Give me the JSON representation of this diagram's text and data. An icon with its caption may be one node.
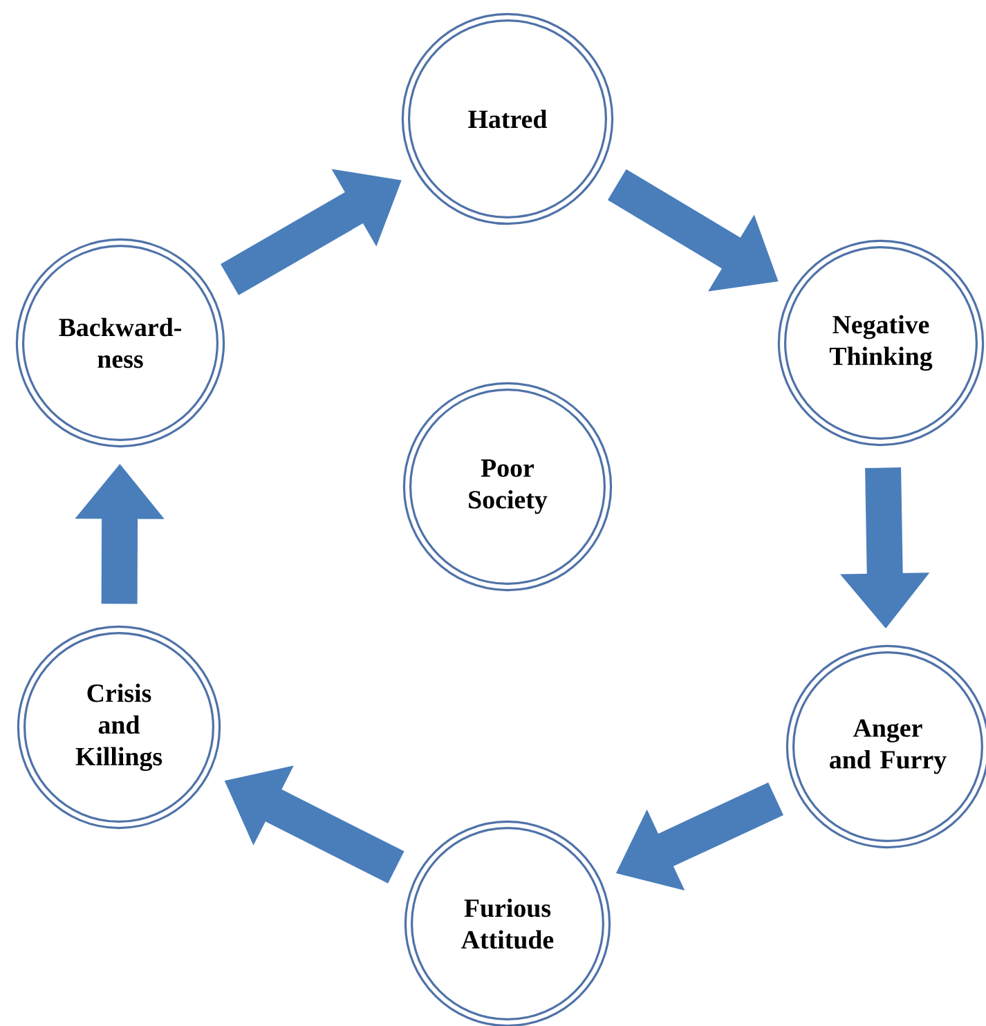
{
  "diagram": {
    "nodes": [
      {
        "text": [
          "Hatred"
        ]
      },
      {
        "text": [
          "Negative Thinking"
        ]
      },
      {
        "text": [
          "Anger and Furry"
        ]
      },
      {
        "text": [
          "Furious Attitude"
        ]
      },
      {
        "text": [
          "Crisis and Killings"
        ]
      },
      {
        "text": [
          "Backward-ness"
        ]
      },
      {
        "text": [
          "Poor Society"
        ]
      }
    ],
    "edges": [
      {
        "from": 5,
        "to": 0,
        "arrow": "to"
      },
      {
        "from": 0,
        "to": 1,
        "arrow": "to"
      },
      {
        "from": 1,
        "to": 2,
        "arrow": "to"
      },
      {
        "from": 2,
        "to": 3,
        "arrow": "to"
      },
      {
        "from": 3,
        "to": 4,
        "arrow": "to"
      },
      {
        "from": 4,
        "to": 5,
        "arrow": "to"
      }
    ]
  }
}
